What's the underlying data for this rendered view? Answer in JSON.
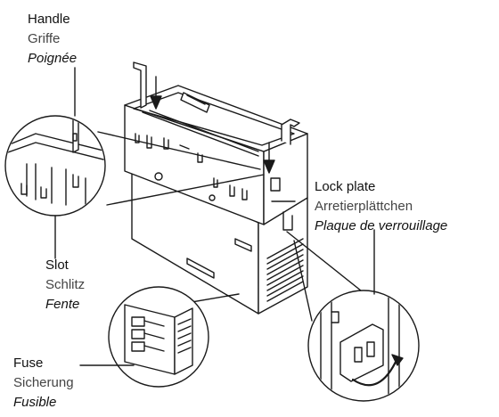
{
  "labels": {
    "handle": {
      "en": "Handle",
      "de": "Griffe",
      "fr": "Poignée"
    },
    "lock_plate": {
      "en": "Lock plate",
      "de": "Arretierplättchen",
      "fr": "Plaque de verrouillage"
    },
    "slot": {
      "en": "Slot",
      "de": "Schlitz",
      "fr": "Fente"
    },
    "fuse": {
      "en": "Fuse",
      "de": "Sicherung",
      "fr": "Fusible"
    }
  },
  "colors": {
    "line": "#1a1a1a",
    "background": "#ffffff"
  }
}
